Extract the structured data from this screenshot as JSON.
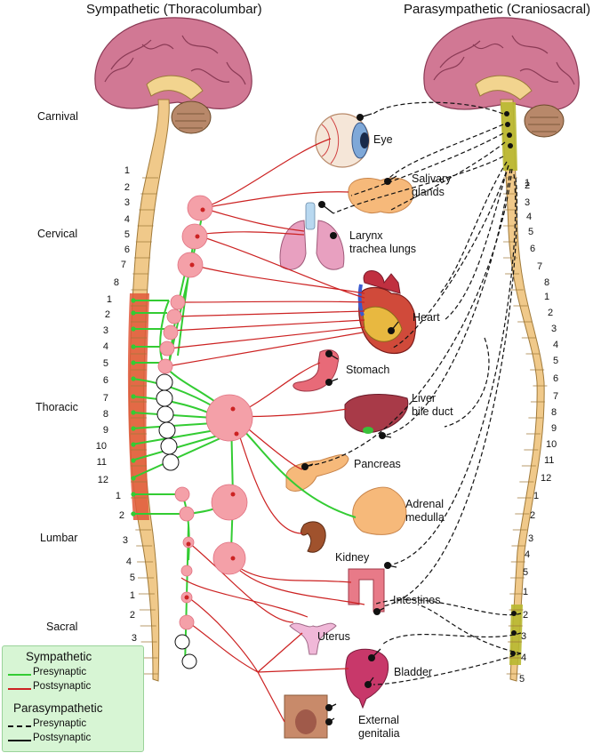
{
  "headers": {
    "sympathetic": "Sympathetic (Thoracolumbar)",
    "parasympathetic": "Parasympathetic (Craniosacral)"
  },
  "regions": {
    "cranial": "Carnival",
    "cervical": "Cervical",
    "thoracic": "Thoracic",
    "lumbar": "Lumbar",
    "sacral": "Sacral"
  },
  "organs": {
    "eye": "Eye",
    "salivary": [
      "Salivary",
      "glands"
    ],
    "lungs": [
      "Larynx",
      "trachea lungs"
    ],
    "heart": "Heart",
    "stomach": "Stomach",
    "liver": [
      "Liver",
      "bile duct"
    ],
    "pancreas": "Pancreas",
    "adrenal": [
      "Adrenal",
      "medulla"
    ],
    "kidney": "Kidney",
    "intestines": "Intestines",
    "uterus": "Uterus",
    "bladder": "Bladder",
    "genitalia": [
      "External",
      "genitalia"
    ]
  },
  "segments": {
    "cervical": [
      "1",
      "2",
      "3",
      "4",
      "5",
      "6",
      "7",
      "8"
    ],
    "thoracic": [
      "1",
      "2",
      "3",
      "4",
      "5",
      "6",
      "7",
      "8",
      "9",
      "10",
      "11",
      "12"
    ],
    "lumbar": [
      "1",
      "2",
      "3",
      "4",
      "5"
    ],
    "sacral": [
      "1",
      "2",
      "3",
      "4",
      "5"
    ]
  },
  "legend": {
    "sympathetic": "Sympathetic",
    "presynaptic": "Presynaptic",
    "postsynaptic": "Postsynaptic",
    "parasympathetic": "Parasympathetic",
    "para_presynaptic": "Presynaptic",
    "para_postsynaptic": "Postsynaptic"
  },
  "colors": {
    "sympathetic_pre": "#33cc33",
    "sympathetic_post": "#cc2222",
    "para_pre": "#111111",
    "para_post": "#111111",
    "ganglion": "#f4a0a8",
    "thoracolumbar_highlight": "#e0593a",
    "sacral_highlight": "#b8b830",
    "cord": "#f0c98a",
    "brain": "#d0788f",
    "legend_bg": "#d7f5d4"
  }
}
